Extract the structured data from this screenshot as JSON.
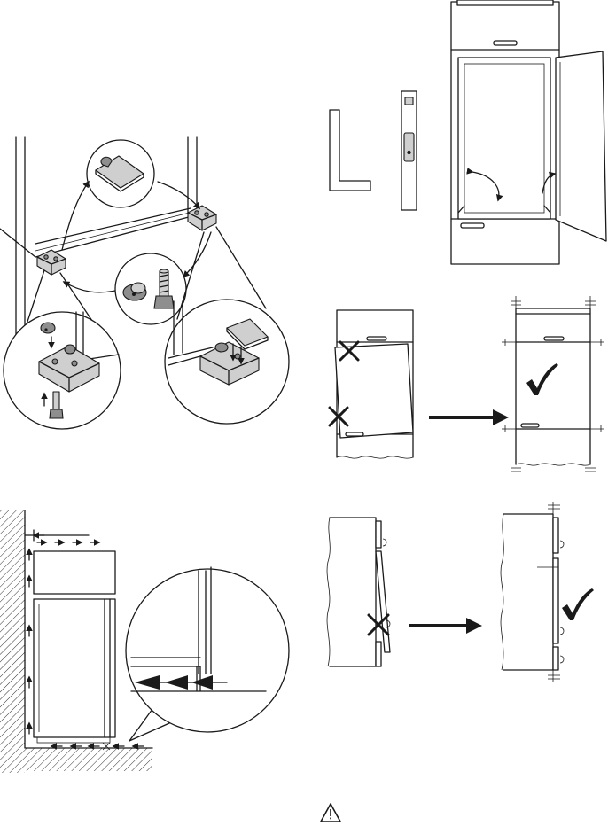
{
  "figures": [
    {
      "id": "hinge-cover-fitting"
    },
    {
      "id": "tools-and-cabinet-square"
    },
    {
      "id": "door-alignment"
    },
    {
      "id": "ventilation-gap"
    },
    {
      "id": "door-flush-side"
    }
  ],
  "icons": [
    "warning-icon",
    "check-mark-icon",
    "cross-mark-icon"
  ]
}
